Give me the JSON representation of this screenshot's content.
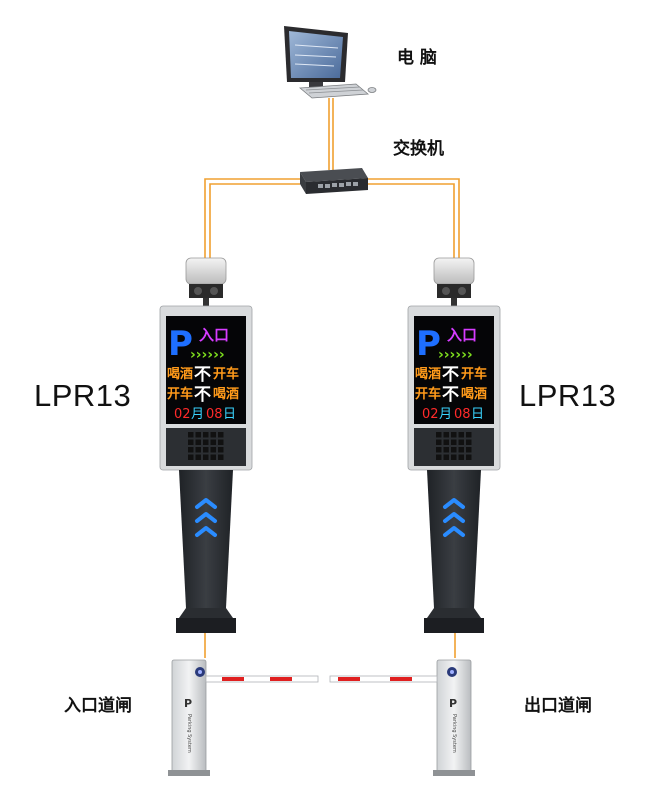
{
  "labels": {
    "computer": "电 脑",
    "switch": "交换机",
    "entry_gate": "入口道闸",
    "exit_gate": "出口道闸",
    "model_left": "LPR13",
    "model_right": "LPR13"
  },
  "display": {
    "p_sign": "P",
    "title": "入口",
    "arrows": "››››››",
    "line1": [
      "喝酒",
      "不",
      "开车"
    ],
    "line2": [
      "开车",
      "不",
      "喝酒"
    ],
    "date": [
      "02",
      "月",
      "08",
      "日"
    ]
  },
  "barrier_brand": "Parking System",
  "colors": {
    "cable": "#f0a030",
    "pillar": "#2a2d31",
    "arrow_blue": "#2a8cff",
    "screen_bg": "#050507",
    "p_blue": "#1e6fff",
    "title_magenta": "#d63cff",
    "arrow_green": "#7fe01e",
    "text_orange": "#ff9a1a",
    "text_white": "#ffffff",
    "text_red": "#ff2a2a",
    "date_cyan": "#39d4ff",
    "arm_red": "#e02020"
  },
  "icons": [
    "monitor-icon",
    "keyboard-icon",
    "network-switch-icon",
    "camera-icon",
    "barrier-gate-icon"
  ]
}
